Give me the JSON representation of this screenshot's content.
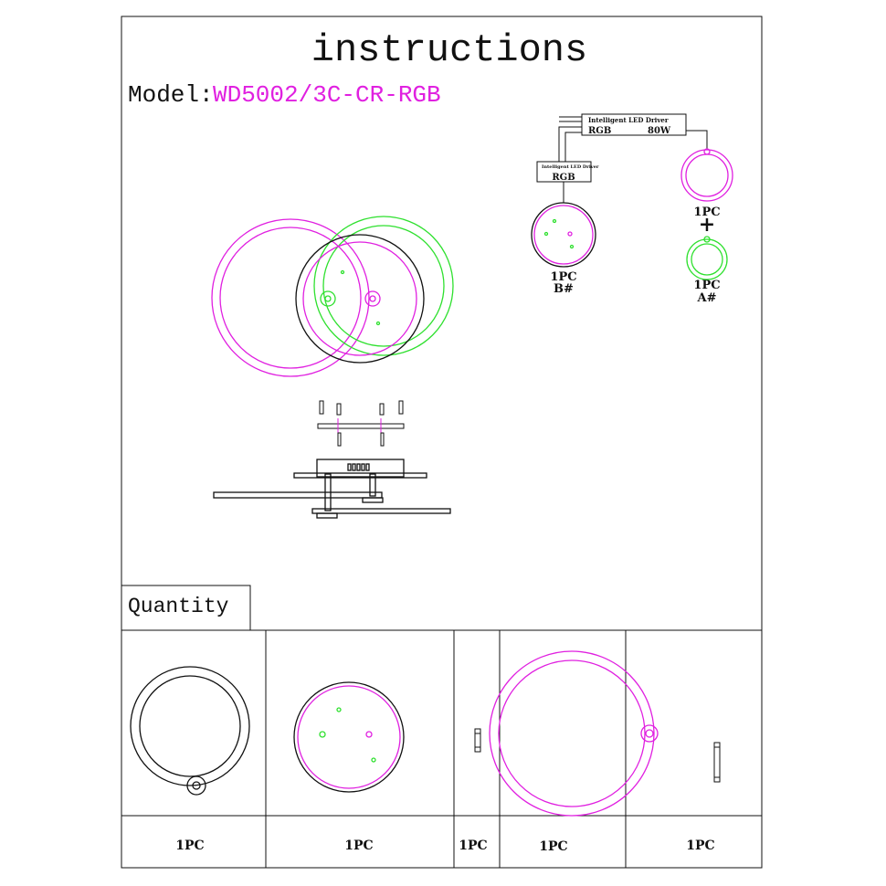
{
  "header": {
    "title": "instructions",
    "model_label": "Model:",
    "model_value": "WD5002/3C-CR-RGB"
  },
  "wiring": {
    "main_driver_title": "Intelligent LED Driver",
    "main_driver_type": "RGB",
    "main_driver_power": "80W",
    "sub_driver_title": "Intelligent LED Driver",
    "sub_driver_type": "RGB",
    "b_qty": "1PC",
    "b_label": "B#",
    "a_top_qty": "1PC",
    "plus": "+",
    "a_qty": "1PC",
    "a_label": "A#"
  },
  "quantity": {
    "heading": "Quantity",
    "items": [
      {
        "qty": "1PC"
      },
      {
        "qty": "1PC"
      },
      {
        "qty": "1PC"
      },
      {
        "qty": "1PC"
      },
      {
        "qty": "1PC"
      }
    ]
  },
  "colors": {
    "magenta": "#e020e0",
    "green": "#2ee02e"
  }
}
